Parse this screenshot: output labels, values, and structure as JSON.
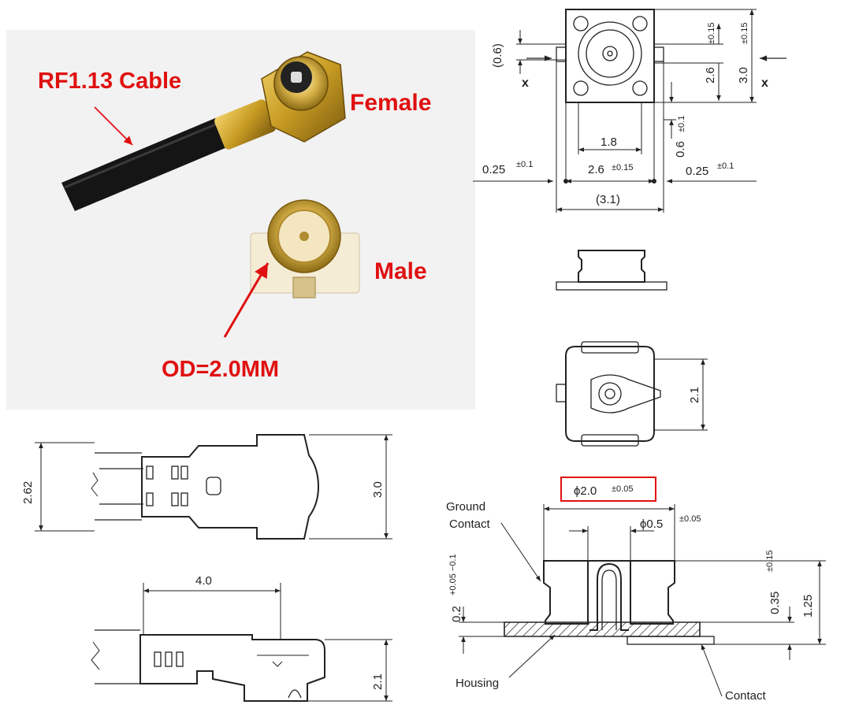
{
  "photo_labels": {
    "cable": "RF1.13 Cable",
    "female": "Female",
    "male": "Male",
    "od": "OD=2.0MM"
  },
  "top_view": {
    "dim_0_6_paren": "(0.6)",
    "x_left": "x",
    "x_right": "x",
    "dim_2_6_v": "2.6",
    "tol_2_6_v": "±0.15",
    "dim_3_0_v": "3.0",
    "tol_3_0_v": "±0.15",
    "dim_1_8": "1.8",
    "dim_0_6_v": "0.6",
    "tol_0_6_v": "±0.1",
    "dim_0_25_left": "0.25",
    "tol_0_25_left": "±0.1",
    "dim_2_6_h": "2.6",
    "tol_2_6_h": "±0.15",
    "dim_0_25_right": "0.25",
    "tol_0_25_right": "±0.1",
    "dim_3_1_paren": "(3.1)"
  },
  "bottom_view": {
    "dim_2_1": "2.1"
  },
  "cable_top": {
    "dim_2_62": "2.62",
    "dim_3_0": "3.0"
  },
  "cable_side": {
    "dim_4_0": "4.0",
    "dim_2_1": "2.1"
  },
  "section": {
    "ground_contact_l1": "Ground",
    "ground_contact_l2": "Contact",
    "dia_2_0": "ϕ2.0",
    "tol_dia_2_0": "±0.05",
    "dia_0_5": "ϕ0.5",
    "tol_dia_0_5": "±0.05",
    "dim_0_2": "0.2",
    "tol_0_2": "+0.05 −0.1",
    "dim_0_35": "0.35",
    "tol_0_35": "±0.15",
    "dim_1_25": "1.25",
    "housing": "Housing",
    "contact": "Contact"
  },
  "colors": {
    "red_label": "#e01010",
    "gold": "#c9a227",
    "cable_black": "#1a1a1a",
    "line": "#222222"
  }
}
